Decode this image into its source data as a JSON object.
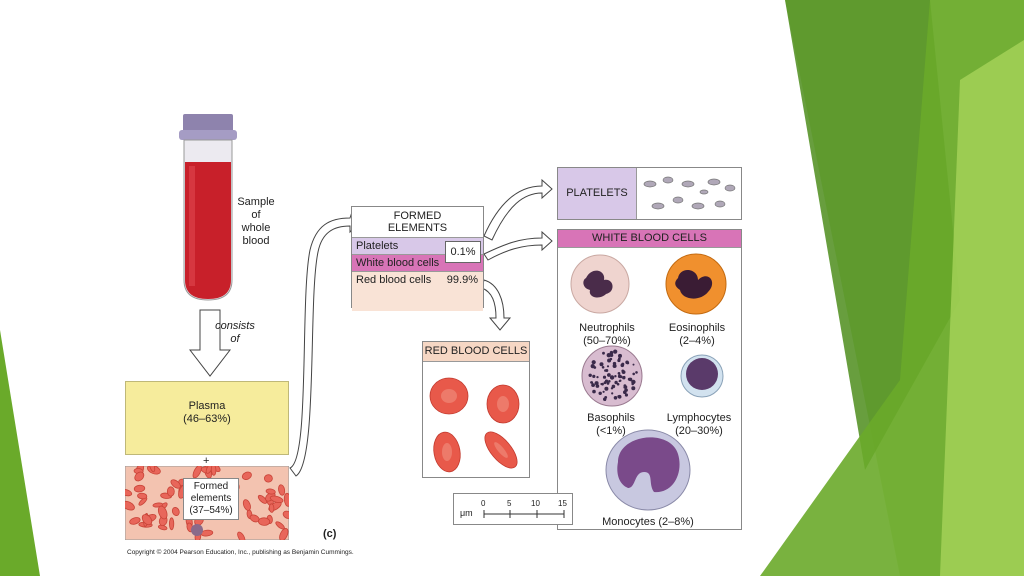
{
  "colors": {
    "green_dark": "#4e8d1c",
    "green_mid": "#6aaa2a",
    "green_light": "#8dc63f",
    "plasma": "#f6ec9c",
    "platelets": "#d8c8e8",
    "wbc": "#d874b7",
    "rbc_header": "#f6d7c4",
    "rbc": "#e8594a"
  },
  "tube": {
    "label": "Sample\nof\nwhole\nblood"
  },
  "consists": {
    "label": "consists\nof"
  },
  "plasma": {
    "label": "Plasma\n(46–63%)"
  },
  "plus": "+",
  "formed_sample": {
    "label": "Formed\nelements\n(37–54%)"
  },
  "panel_letter": "(c)",
  "copyright": "Copyright © 2004 Pearson Education, Inc., publishing as Benjamin Cummings.",
  "formed_table": {
    "title": "FORMED\nELEMENTS",
    "rows": [
      {
        "name": "Platelets",
        "value": "0.1%"
      },
      {
        "name": "White blood cells",
        "value": ""
      },
      {
        "name": "Red blood cells",
        "value": "99.9%"
      }
    ]
  },
  "platelets_panel": {
    "title": "PLATELETS"
  },
  "rbc_panel": {
    "title": "RED BLOOD CELLS"
  },
  "wbc_panel": {
    "title": "WHITE BLOOD CELLS",
    "cells": [
      {
        "name": "Neutrophils",
        "pct": "(50–70%)"
      },
      {
        "name": "Eosinophils",
        "pct": "(2–4%)"
      },
      {
        "name": "Basophils",
        "pct": "(<1%)"
      },
      {
        "name": "Lymphocytes",
        "pct": "(20–30%)"
      },
      {
        "name": "Monocytes (2–8%)",
        "pct": ""
      }
    ]
  },
  "scale_bar": {
    "unit": "μm",
    "ticks": [
      "0",
      "5",
      "10",
      "15"
    ]
  }
}
